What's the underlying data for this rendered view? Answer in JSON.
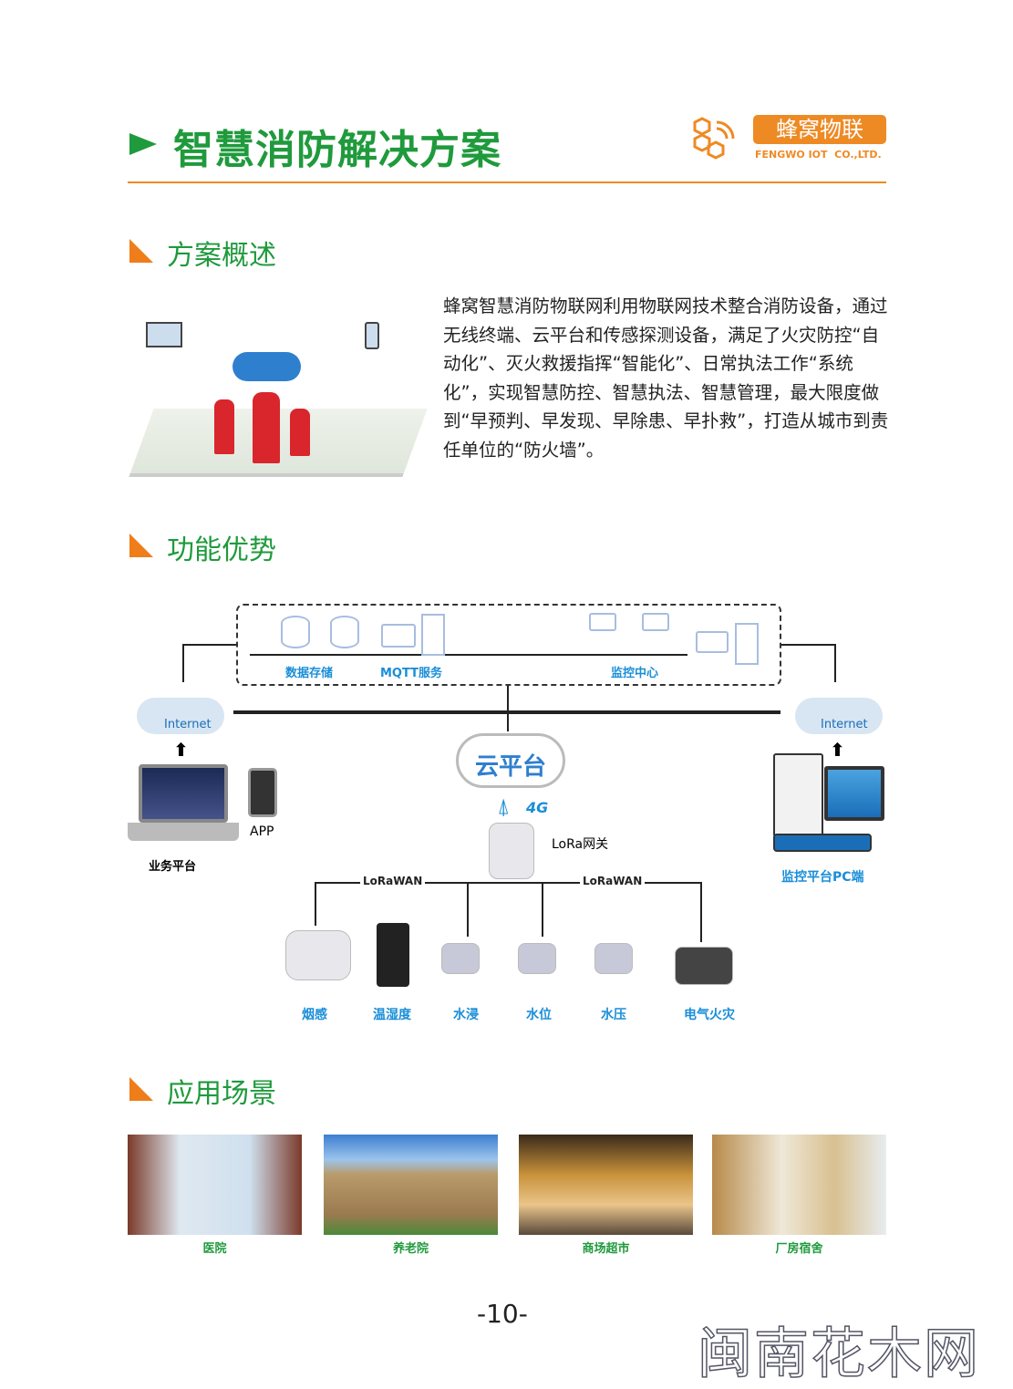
{
  "header": {
    "title": "智慧消防解决方案",
    "logo_cn": "蜂窝物联",
    "logo_en": "FENGWO IOT  CO.,LTD."
  },
  "sections": {
    "overview": {
      "title": "方案概述",
      "text": "蜂窝智慧消防物联网利用物联网技术整合消防设备，通过无线终端、云平台和传感探测设备，满足了火灾防控“自动化”、灭火救援指挥“智能化”、日常执法工作“系统化”，实现智慧防控、智慧执法、智慧管理，最大限度做到“早预判、早发现、早除患、早扑救”，打造从城市到责任单位的“防火墙”。"
    },
    "features": {
      "title": "功能优势"
    },
    "scenes": {
      "title": "应用场景"
    }
  },
  "diagram": {
    "server_labels": [
      "数据存储",
      "MQTT服务",
      "监控中心"
    ],
    "internet_left": "Internet",
    "internet_right": "Internet",
    "cloud": "云平台",
    "net_4g": "4G",
    "gateway": "LoRa网关",
    "lorawan": "LoRaWAN",
    "app": "APP",
    "business_platform": "业务平台",
    "pc_platform": "监控平台PC端",
    "sensors": [
      "烟感",
      "温湿度",
      "水浸",
      "水位",
      "水压",
      "电气火灾"
    ]
  },
  "scenes": [
    "医院",
    "养老院",
    "商场超市",
    "厂房宿舍"
  ],
  "page_number": "-10-",
  "watermark": "闽南花木网",
  "colors": {
    "green": "#1f9a3c",
    "orange": "#ee7d1a",
    "blue": "#1a8ed8"
  }
}
